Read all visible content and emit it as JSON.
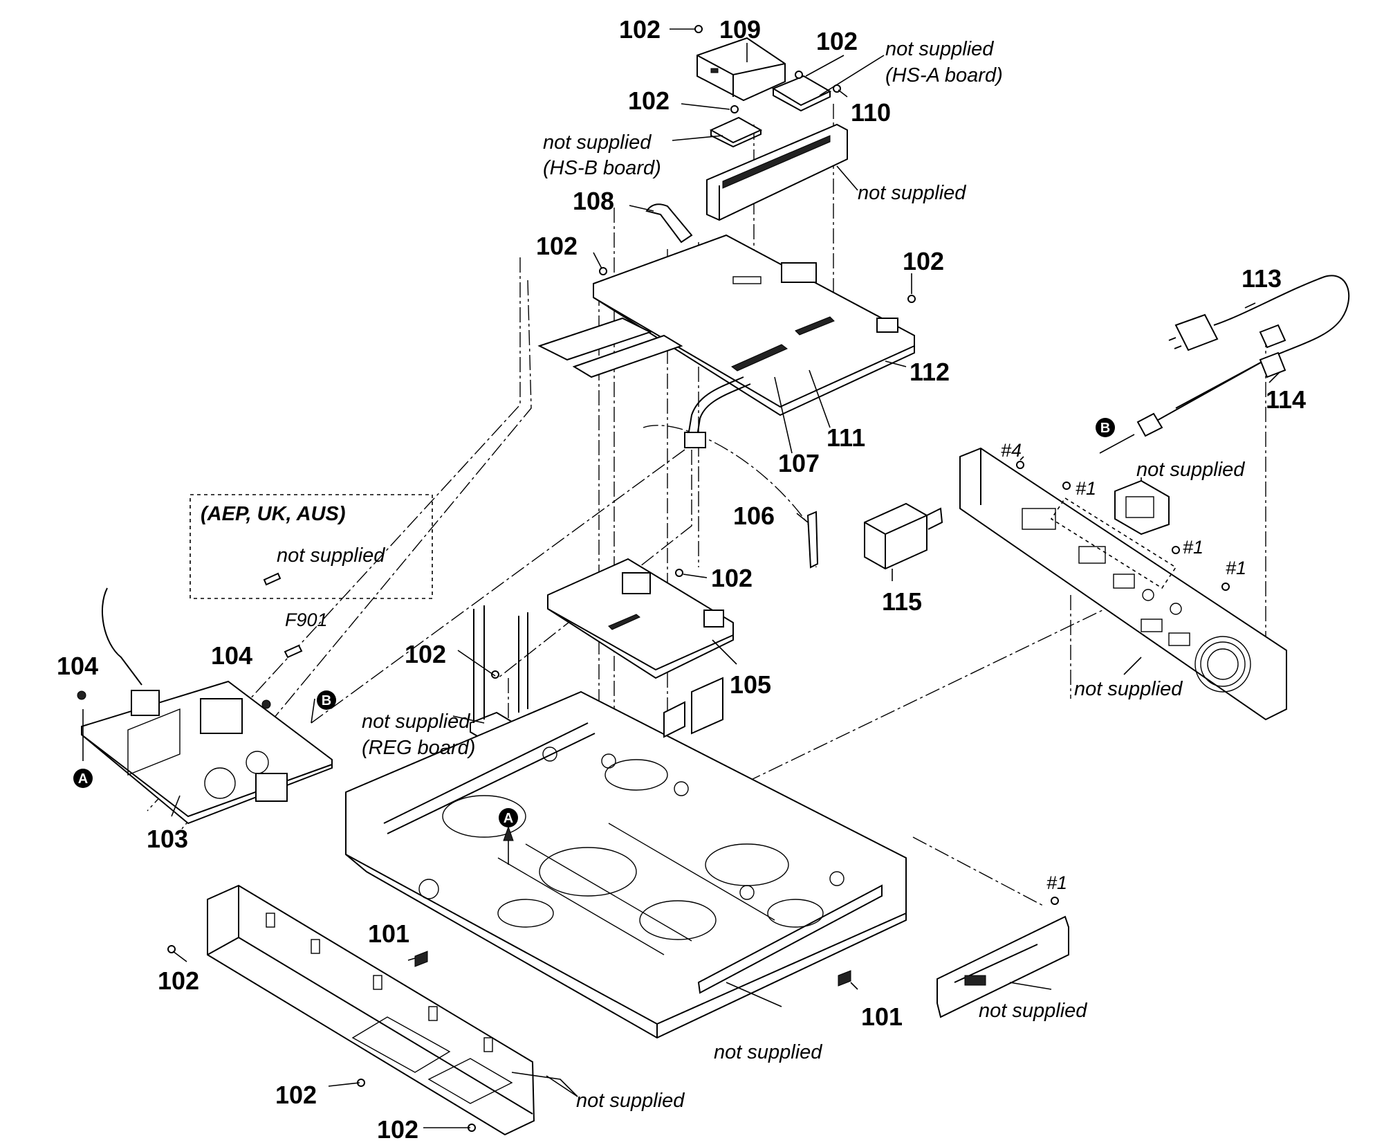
{
  "labels": {
    "l102_a": "102",
    "l109": "109",
    "l102_b": "102",
    "ns_hsa_1": "not supplied",
    "ns_hsa_2": "(HS-A board)",
    "l110": "110",
    "l102_c": "102",
    "ns_hsb_1": "not supplied",
    "ns_hsb_2": "(HS-B board)",
    "ns_bracket": "not supplied",
    "l108": "108",
    "l102_d": "102",
    "l102_e": "102",
    "l113": "113",
    "l112": "112",
    "l114": "114",
    "l111": "111",
    "l107": "107",
    "hash4": "#4",
    "hash1_a": "#1",
    "ns_socket": "not supplied",
    "l106": "106",
    "hash1_b": "#1",
    "hash1_c": "#1",
    "region": "(AEP, UK, AUS)",
    "ns_fuse": "not supplied",
    "f901": "F901",
    "l102_f": "102",
    "l115": "115",
    "l104_a": "104",
    "l104_b": "104",
    "l102_g": "102",
    "l105": "105",
    "ns_reg_1": "not supplied",
    "ns_reg_2": "(REG board)",
    "ns_rear": "not supplied",
    "l103": "103",
    "l101_a": "101",
    "l102_h": "102",
    "l101_b": "101",
    "hash1_d": "#1",
    "ns_bar": "not supplied",
    "ns_chassis": "not supplied",
    "l102_i": "102",
    "ns_front": "not supplied",
    "l102_j": "102"
  },
  "markers": {
    "a": "A",
    "b": "B"
  }
}
